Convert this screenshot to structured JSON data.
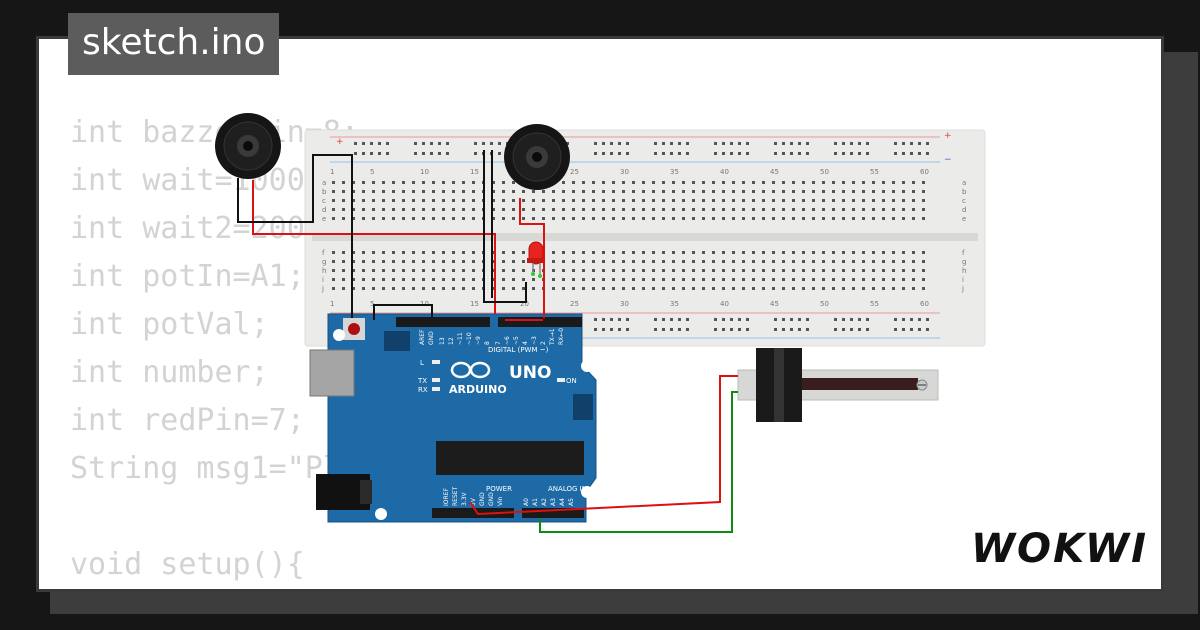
{
  "file_tab": {
    "name": "sketch.ino"
  },
  "code_lines": [
    "int bazzerPin=8;",
    "int wait=1000;",
    "int wait2=200;",
    "int potIn=A1;",
    "int potVal;",
    "int number;",
    "int redPin=7;",
    "String msg1=\"Please enter:\";",
    "",
    "void setup(){"
  ],
  "brand": {
    "logo_text": "WOKWI"
  },
  "breadboard": {
    "column_numbers": [
      "1",
      "5",
      "10",
      "15",
      "20",
      "25",
      "30",
      "35",
      "40",
      "45",
      "50",
      "55",
      "60"
    ],
    "rows_top": [
      "a",
      "b",
      "c",
      "d",
      "e"
    ],
    "rows_bottom": [
      "f",
      "g",
      "h",
      "i",
      "j"
    ],
    "rail_plus": "+",
    "rail_minus": "−"
  },
  "arduino": {
    "brand": "ARDUINO",
    "model": "UNO",
    "digital_label": "DIGITAL (PWM ~)",
    "power_label": "POWER",
    "analog_label": "ANALOG IN",
    "on_label": "ON",
    "l_label": "L",
    "tx_label": "TX",
    "rx_label": "RX",
    "aref": "AREF",
    "gnd": "GND",
    "digital_pins": [
      "13",
      "12",
      "~11",
      "~10",
      "~9",
      "8",
      "7",
      "~6",
      "~5",
      "4",
      "~3",
      "2",
      "TX→1",
      "RX←0"
    ],
    "power_pins": [
      "IOREF",
      "RESET",
      "3.3V",
      "5V",
      "GND",
      "GND",
      "Vin"
    ],
    "analog_pins": [
      "A0",
      "A1",
      "A2",
      "A3",
      "A4",
      "A5"
    ]
  },
  "colors": {
    "background": "#161616",
    "board_blue": "#1e6aa6",
    "wire_red": "#dd1111",
    "wire_black": "#111111",
    "wire_green": "#118811",
    "led_red": "#e8241f"
  }
}
